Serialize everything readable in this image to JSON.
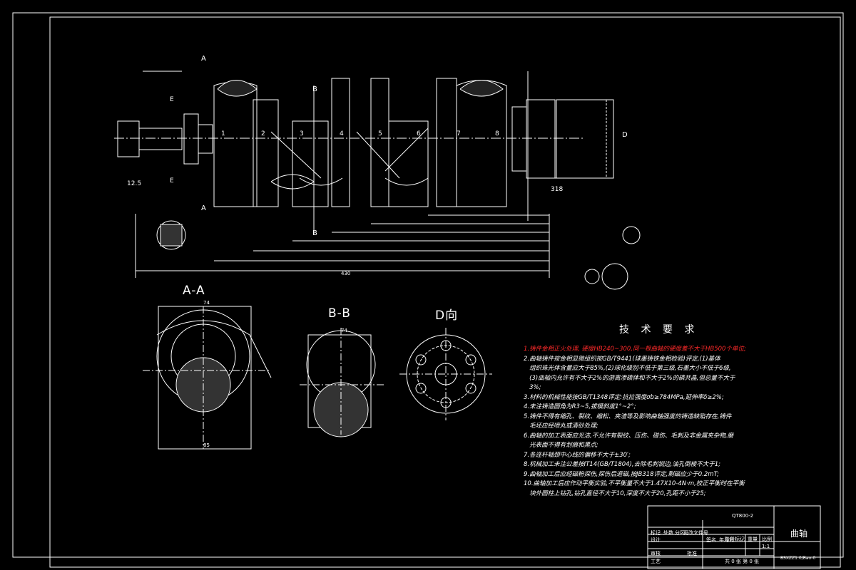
{
  "drawing": {
    "sections": {
      "aa": "A-A",
      "bb": "B-B",
      "dd": "D向"
    },
    "dimensions": {
      "overall": "430",
      "aa_top": "74",
      "aa_bottom": "85",
      "bb_top": "74",
      "left_125": "12.5",
      "right_318": "318"
    },
    "journal_numbers": [
      "1",
      "2",
      "3",
      "4",
      "5",
      "6",
      "7",
      "8"
    ],
    "section_marks": [
      "A",
      "B",
      "B",
      "A",
      "D",
      "E",
      "E"
    ]
  },
  "tech_requirements": {
    "title": "技 术 要 求",
    "items": [
      {
        "text": "1.铸件金相正火处理, 硬度HB240~300,同一根曲轴的硬度差不大于HB500个单位;",
        "highlight": true
      },
      {
        "text": "2.曲轴铸件按金相显微组织按GB/T9441(球墨铸铁金相检验)评定,(1)基体\n   组织珠光体含量应大于85%,(2)球化级别不低于第三级,石墨大小不低于6级,\n   (3)曲轴内允许有不大于2%的游离渗碳体和不大于2%的磷共晶,但总量不大于\n   3%;",
        "highlight": false
      },
      {
        "text": "3.材料的机械性能按GB/T1348评定:抗拉强度σb≥784MPa,延伸率δ≥2%;",
        "highlight": false
      },
      {
        "text": "4.未注铸造圆角为R3~5,拔模斜度1°~2°;",
        "highlight": false
      },
      {
        "text": "5.铸件不得有缩孔、裂纹、缩松、夹渣等及影响曲轴强度的铸造缺陷存在,铸件\n   毛坯应经喷丸或清砂处理;",
        "highlight": false
      },
      {
        "text": "6.曲轴的加工表面应光洁,不允许有裂纹、压伤、碰伤、毛刺及非金属夹杂物,磨\n   光表面不得有划痕和黑点;",
        "highlight": false
      },
      {
        "text": "7.各连杆轴颈中心线的偏移不大于±30′;",
        "highlight": false
      },
      {
        "text": "8.机械加工未注公差按IT14(GB/T1804),去除毛刺锐边,油孔倒棱不大于1;",
        "highlight": false
      },
      {
        "text": "9.曲轴加工后应经磁粉探伤,探伤后退磁,按JB318评定,剩磁应少于0.2mT;",
        "highlight": false
      },
      {
        "text": "10.曲轴加工后应作动平衡实验,不平衡量不大于1.47X10-4N·m,校正平衡时在平衡\n   块外圆柱上钻孔,钻孔直径不大于10,深度不大于20,孔距不小于25;",
        "highlight": false
      }
    ]
  },
  "title_block": {
    "part_name": "曲轴",
    "code": "QT800-2",
    "scale": "1:1",
    "sheet_info": "共 0 张    第 0 张",
    "labels": [
      "标记",
      "处数",
      "分区",
      "更改文件号",
      "签名",
      "年月日",
      "设计",
      "审核",
      "工艺",
      "批准",
      "阶段标记",
      "重量",
      "比例"
    ],
    "drawing_no": "BSXZZ1.0/Bao-0"
  },
  "colors": {
    "background": "#000000",
    "line": "#ffffff",
    "highlight": "#ff2a2a"
  }
}
